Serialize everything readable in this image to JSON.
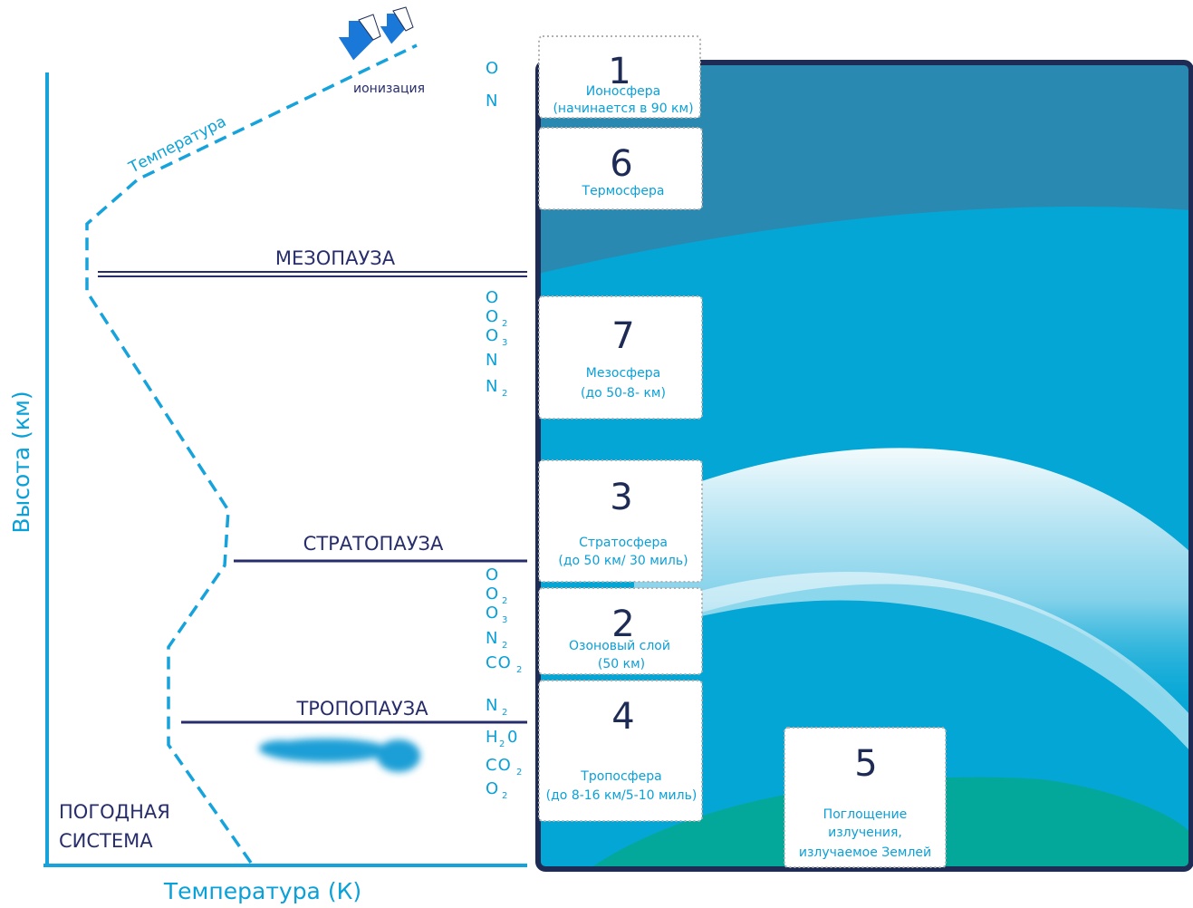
{
  "axes": {
    "y_label": "Высота (км)",
    "x_label": "Температура (К)"
  },
  "temperature_curve_label": "Температура",
  "ionization_label": "ионизация",
  "boundaries": {
    "mesopause": "МЕЗОПАУЗА",
    "stratopause": "СТРАТОПАУЗА",
    "tropopause": "ТРОПОПАУЗА"
  },
  "weather_system": {
    "line1": "ПОГОДНАЯ",
    "line2": "СИСТЕМА"
  },
  "gases": {
    "top": {
      "g1": "O",
      "g2": "N"
    },
    "middle": {
      "g1": "O",
      "g2": "O",
      "g2_sub": "2",
      "g3": "O",
      "g3_sub": "3",
      "g4": "N",
      "g5": "N",
      "g5_sub": "2"
    },
    "lower": {
      "g1": "O",
      "g2": "O",
      "g2_sub": "2",
      "g3": "O",
      "g3_sub": "3",
      "g4": "N",
      "g4_sub": "2",
      "g5": "CO",
      "g5_sub": "2"
    },
    "bottom": {
      "g1": "N",
      "g1_sub": "2",
      "g2": "H",
      "g2_sub": "2",
      "g2_tail": "0",
      "g3": "CO",
      "g3_sub": "2",
      "g4": "O",
      "g4_sub": "2"
    }
  },
  "cards": {
    "ionosphere": {
      "number": "1",
      "line1": "Ионосфера",
      "line2": "(начинается в 90 км)"
    },
    "thermosphere": {
      "number": "6",
      "line1": "Термосфера"
    },
    "mesosphere": {
      "number": "7",
      "line1": "Мезосфера",
      "line2": "(до 50-8- км)"
    },
    "stratosphere": {
      "number": "3",
      "line1": "Стратосфера",
      "line2": "(до 50 км/ 30 миль)"
    },
    "ozone": {
      "number": "2",
      "line1": "Озоновый слой",
      "line2": "(50 км)"
    },
    "troposphere": {
      "number": "4",
      "line1": "Тропосфера",
      "line2": "(до 8-16 км/5-10 миль)"
    },
    "absorption": {
      "number": "5",
      "line1": "Поглощение",
      "line2": "излучения,",
      "line3": "излучаемое Землей"
    }
  },
  "colors": {
    "axis": "#16a3dc",
    "navy": "#272d6b",
    "upper_layer": "#2a89b1",
    "atmosphere": "#04a6d5",
    "earth": "#04a89a",
    "frame": "#1e2b55"
  }
}
